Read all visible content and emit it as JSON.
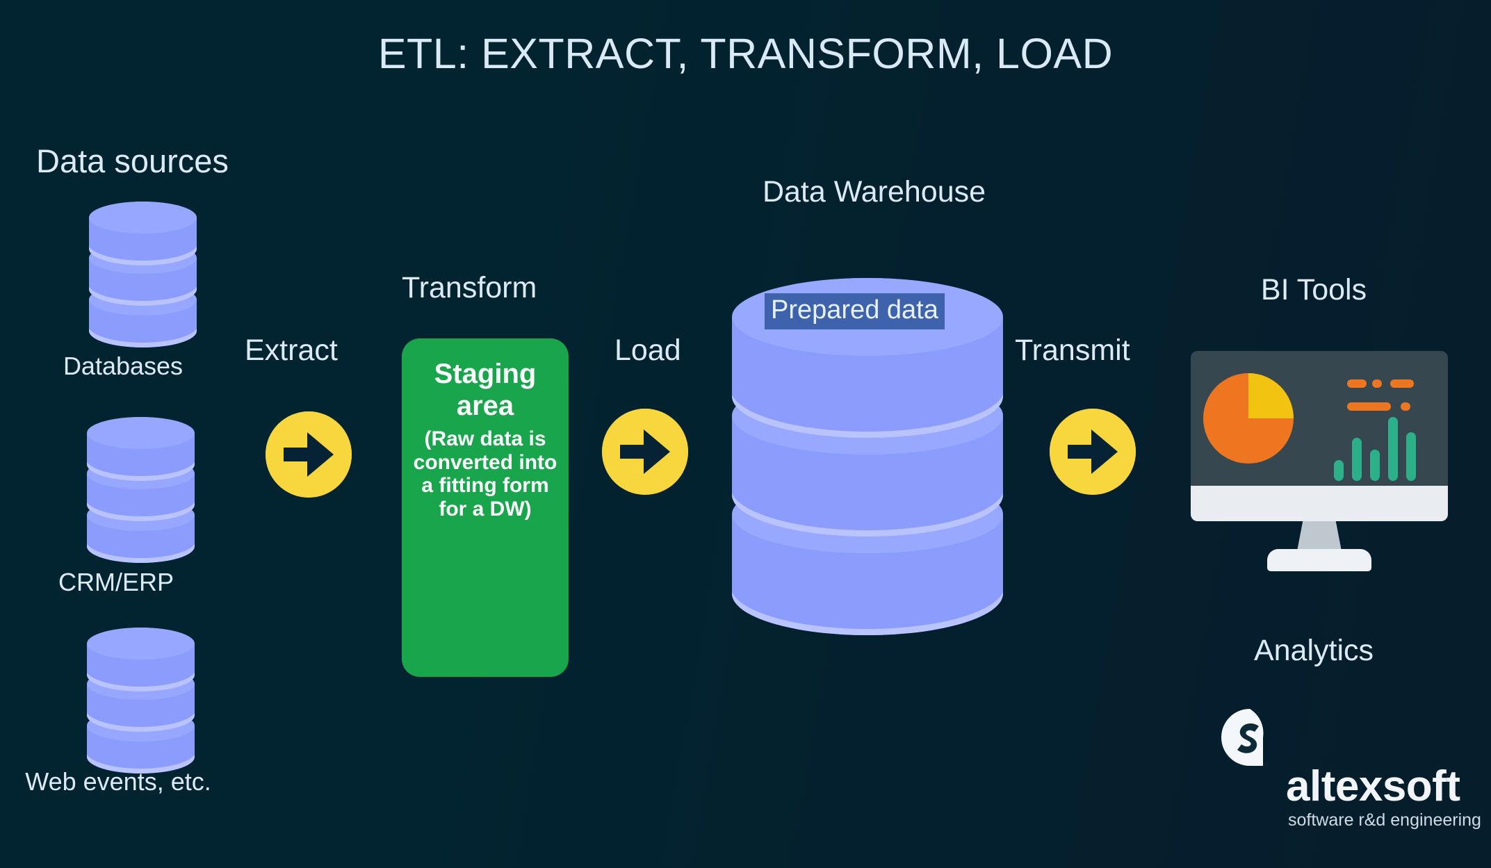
{
  "title": "ETL: EXTRACT, TRANSFORM, LOAD",
  "colors": {
    "background": "#022430",
    "title_text": "#d9e9f5",
    "label_text": "#dceaf6",
    "cylinder_body": "#8c9cfd",
    "cylinder_top": "#99a8ff",
    "cylinder_band": "#3f58d8",
    "arrow_circle": "#f7d63e",
    "staging_green": "#18a54c",
    "highlight_blue": "#3f62ad",
    "screen_dark": "#37474f",
    "pie_orange": "#ef7621",
    "pie_yellow": "#f2c310",
    "bar_teal": "#2bb08a",
    "logo_white": "#f1f5f9"
  },
  "sources": {
    "heading": "Data sources",
    "items": [
      {
        "label": "Databases",
        "icon": "database-cylinder-icon"
      },
      {
        "label": "CRM/ERP",
        "icon": "database-cylinder-icon"
      },
      {
        "label": "Web events, etc.",
        "icon": "database-cylinder-icon"
      }
    ]
  },
  "steps": {
    "extract": "Extract",
    "transform": "Transform",
    "load": "Load",
    "transmit": "Transmit"
  },
  "staging": {
    "title": "Staging area",
    "description": "(Raw data is converted into a fitting form for a DW)"
  },
  "warehouse": {
    "heading": "Data Warehouse",
    "content_label": "Prepared data"
  },
  "bi": {
    "heading": "BI Tools",
    "caption": "Analytics"
  },
  "chart_data": [
    {
      "type": "pie",
      "title": "",
      "labels": [
        "segment-orange",
        "segment-yellow"
      ],
      "values": [
        75,
        25
      ],
      "colors": [
        "#ef7621",
        "#f2c310"
      ]
    },
    {
      "type": "bar",
      "title": "",
      "categories": [
        "1",
        "2",
        "3",
        "4",
        "5"
      ],
      "values": [
        30,
        62,
        45,
        92,
        70
      ],
      "xlabel": "",
      "ylabel": "",
      "ylim": [
        0,
        100
      ],
      "color": "#2bb08a"
    }
  ],
  "logo": {
    "name": "altexsoft",
    "tagline": "software r&d engineering",
    "mark": "altexsoft-speech-bubble-icon"
  }
}
